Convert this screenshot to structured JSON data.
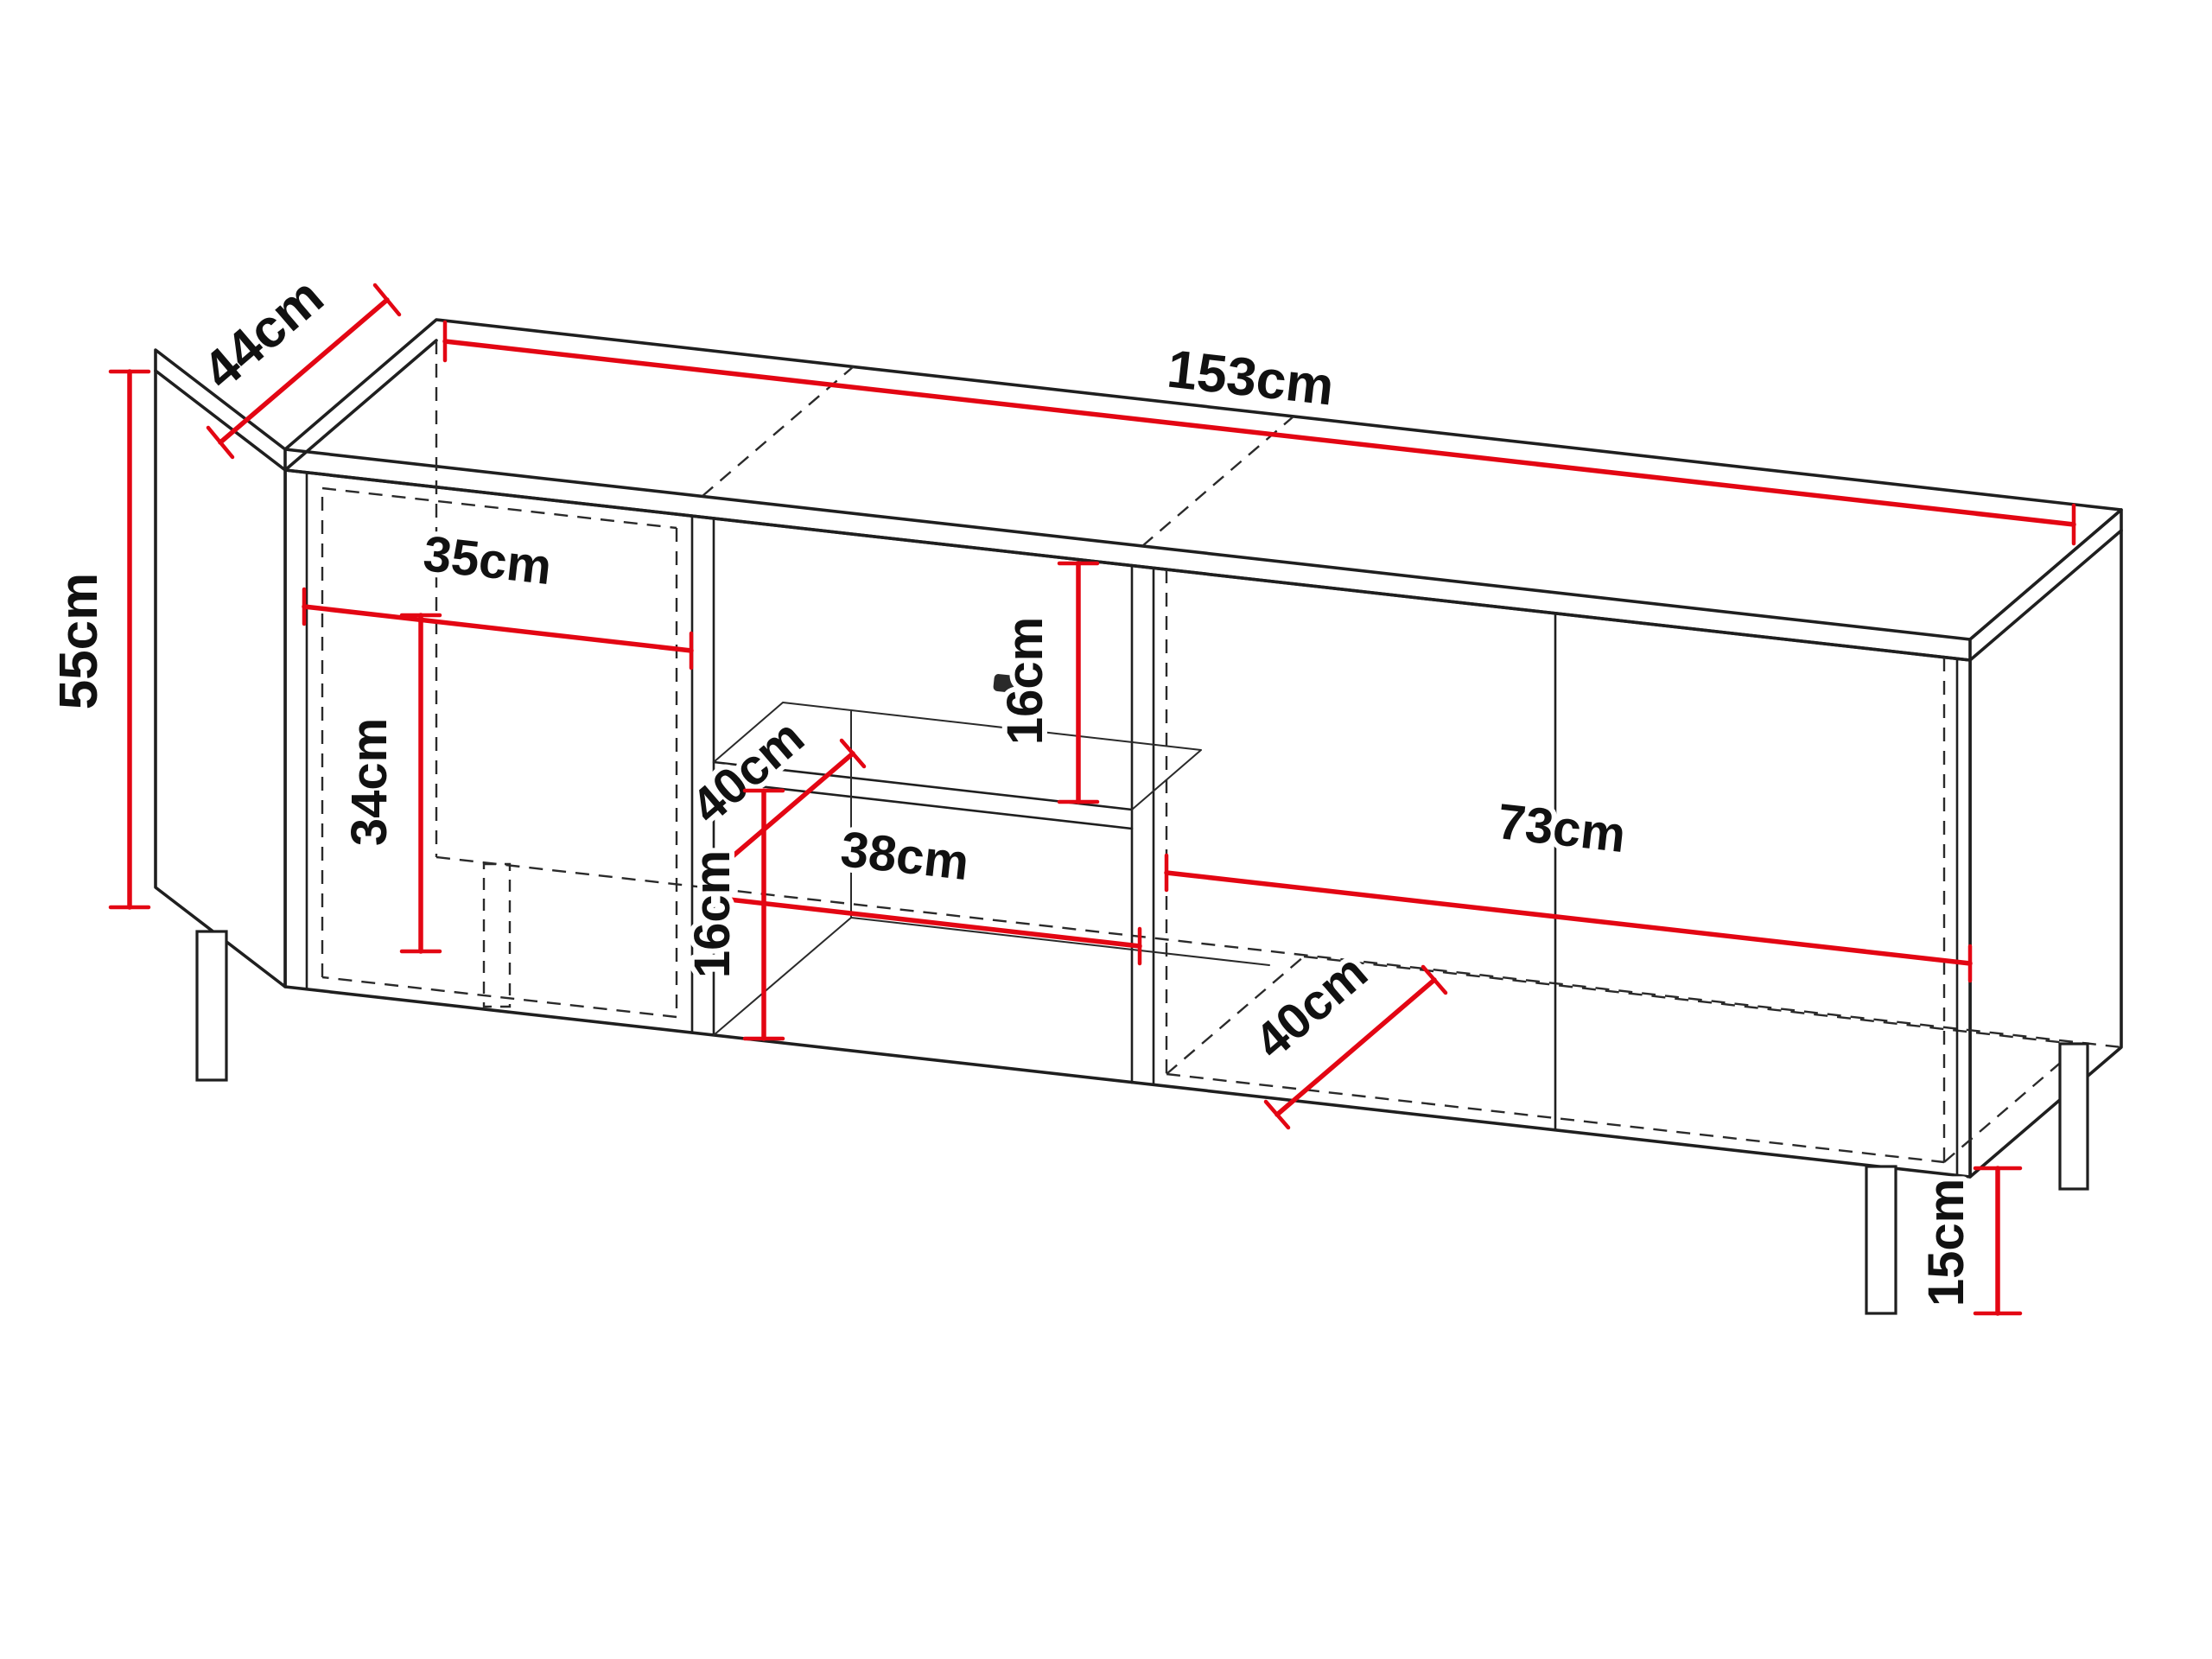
{
  "diagram": {
    "subject": "TV cabinet technical dimension drawing",
    "unit": "cm",
    "colors": {
      "dimension_accent": "#e30613",
      "outline": "#1f1f1f"
    },
    "labels": {
      "total_width": "153cm",
      "total_depth": "44cm",
      "body_height": "55cm",
      "left_compartment_width": "35cm",
      "left_compartment_height": "34cm",
      "niche_depth": "40cm",
      "niche_width": "38cm",
      "niche_upper_height": "16cm",
      "niche_lower_height": "16cm",
      "right_compartment_width": "73cm",
      "right_compartment_depth": "40cm",
      "leg_height": "15cm"
    }
  }
}
